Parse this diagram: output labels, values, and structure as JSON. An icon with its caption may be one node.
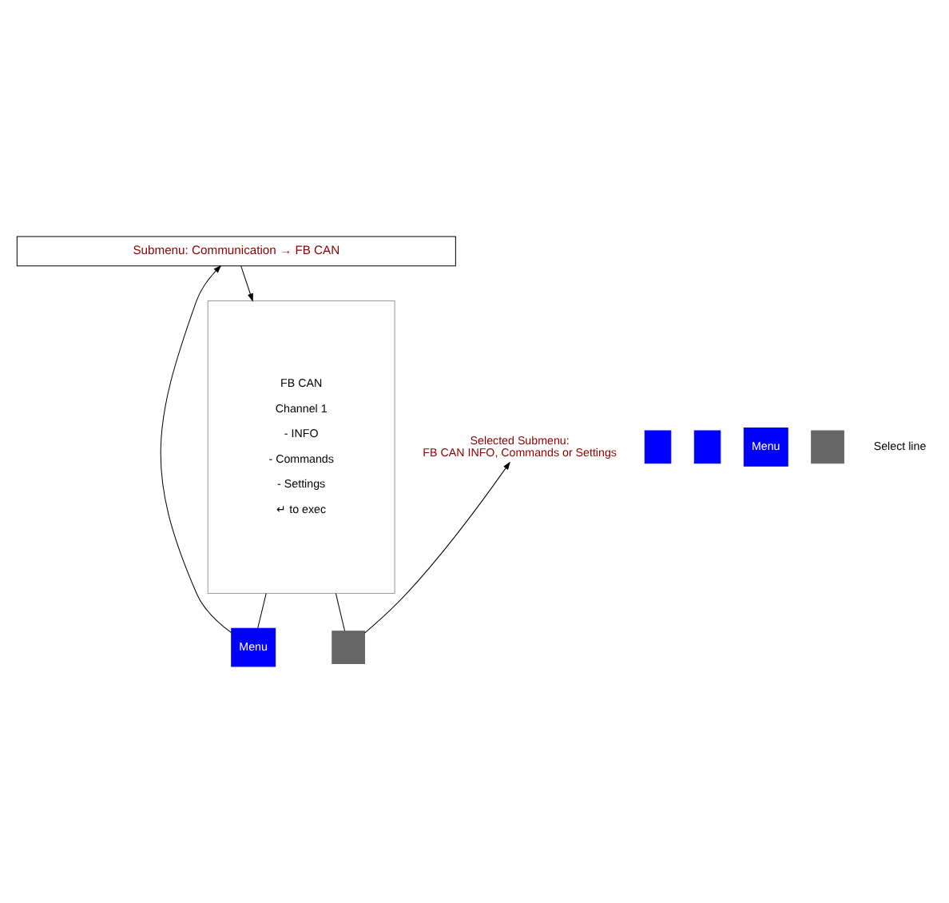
{
  "diagram": {
    "nodes": [
      {
        "text": [
          "Submenu: Communication → FB CAN"
        ]
      },
      {
        "text": [
          "FB CAN",
          "Channel 1",
          "- INFO",
          "- Commands",
          "- Settings",
          "↵ to exec"
        ]
      },
      {
        "text": [
          "Menu"
        ]
      },
      {
        "text": [],
        "shape": "box"
      },
      {
        "text": [
          "Selected Submenu:",
          "FB CAN INFO, Commands or Settings"
        ]
      },
      {
        "text": [],
        "shape": "box"
      },
      {
        "text": [],
        "shape": "box"
      },
      {
        "text": [
          "Menu"
        ]
      },
      {
        "text": [],
        "shape": "box"
      }
    ],
    "edges": [
      {
        "from": 0,
        "to": 1,
        "arrow": "to"
      },
      {
        "from": 1,
        "to": 2,
        "arrow": "none"
      },
      {
        "from": 2,
        "to": 0,
        "arrow": "to"
      },
      {
        "from": 1,
        "to": 3,
        "arrow": "none"
      },
      {
        "from": 3,
        "to": 4,
        "arrow": "to"
      }
    ],
    "labels": [
      "Select line"
    ]
  }
}
